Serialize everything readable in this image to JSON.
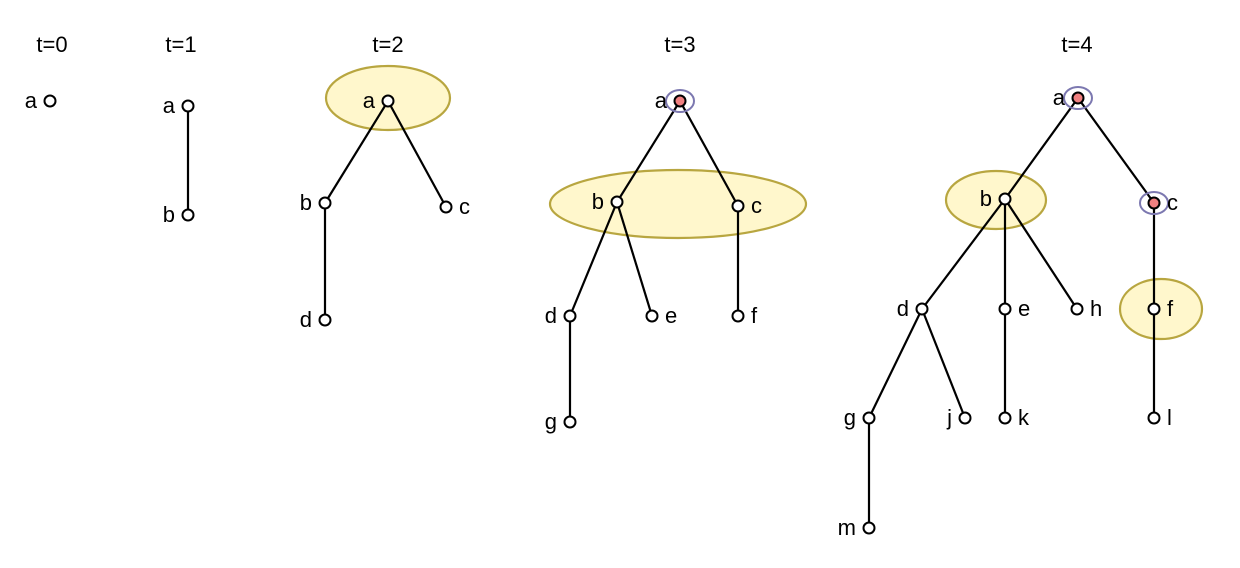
{
  "diagram": {
    "steps": [
      {
        "time": "t=0",
        "highlighted": [],
        "marked": []
      },
      {
        "time": "t=1",
        "highlighted": [],
        "marked": []
      },
      {
        "time": "t=2",
        "highlighted": [
          "a"
        ],
        "marked": []
      },
      {
        "time": "t=3",
        "highlighted": [
          "b",
          "c"
        ],
        "marked": [
          "a"
        ]
      },
      {
        "time": "t=4",
        "highlighted": [
          "b",
          "f"
        ],
        "marked": [
          "a",
          "c"
        ]
      }
    ],
    "trees": [
      {
        "nodes": [
          "a"
        ],
        "edges": []
      },
      {
        "nodes": [
          "a",
          "b"
        ],
        "edges": [
          [
            "a",
            "b"
          ]
        ]
      },
      {
        "nodes": [
          "a",
          "b",
          "c",
          "d"
        ],
        "edges": [
          [
            "a",
            "b"
          ],
          [
            "a",
            "c"
          ],
          [
            "b",
            "d"
          ]
        ]
      },
      {
        "nodes": [
          "a",
          "b",
          "c",
          "d",
          "e",
          "f",
          "g"
        ],
        "edges": [
          [
            "a",
            "b"
          ],
          [
            "a",
            "c"
          ],
          [
            "b",
            "d"
          ],
          [
            "b",
            "e"
          ],
          [
            "c",
            "f"
          ],
          [
            "d",
            "g"
          ]
        ]
      },
      {
        "nodes": [
          "a",
          "b",
          "c",
          "d",
          "e",
          "h",
          "f",
          "g",
          "j",
          "k",
          "l",
          "m"
        ],
        "edges": [
          [
            "a",
            "b"
          ],
          [
            "a",
            "c"
          ],
          [
            "b",
            "d"
          ],
          [
            "b",
            "e"
          ],
          [
            "b",
            "h"
          ],
          [
            "c",
            "f"
          ],
          [
            "d",
            "g"
          ],
          [
            "d",
            "j"
          ],
          [
            "e",
            "k"
          ],
          [
            "f",
            "l"
          ],
          [
            "g",
            "m"
          ]
        ]
      }
    ],
    "colors": {
      "highlight_fill": "#fff7cc",
      "highlight_stroke": "#b8a640",
      "marked_node_fill": "#f08080",
      "marked_ring": "#7c78b0",
      "node_fill": "#ffffff",
      "edge": "#000000"
    }
  }
}
